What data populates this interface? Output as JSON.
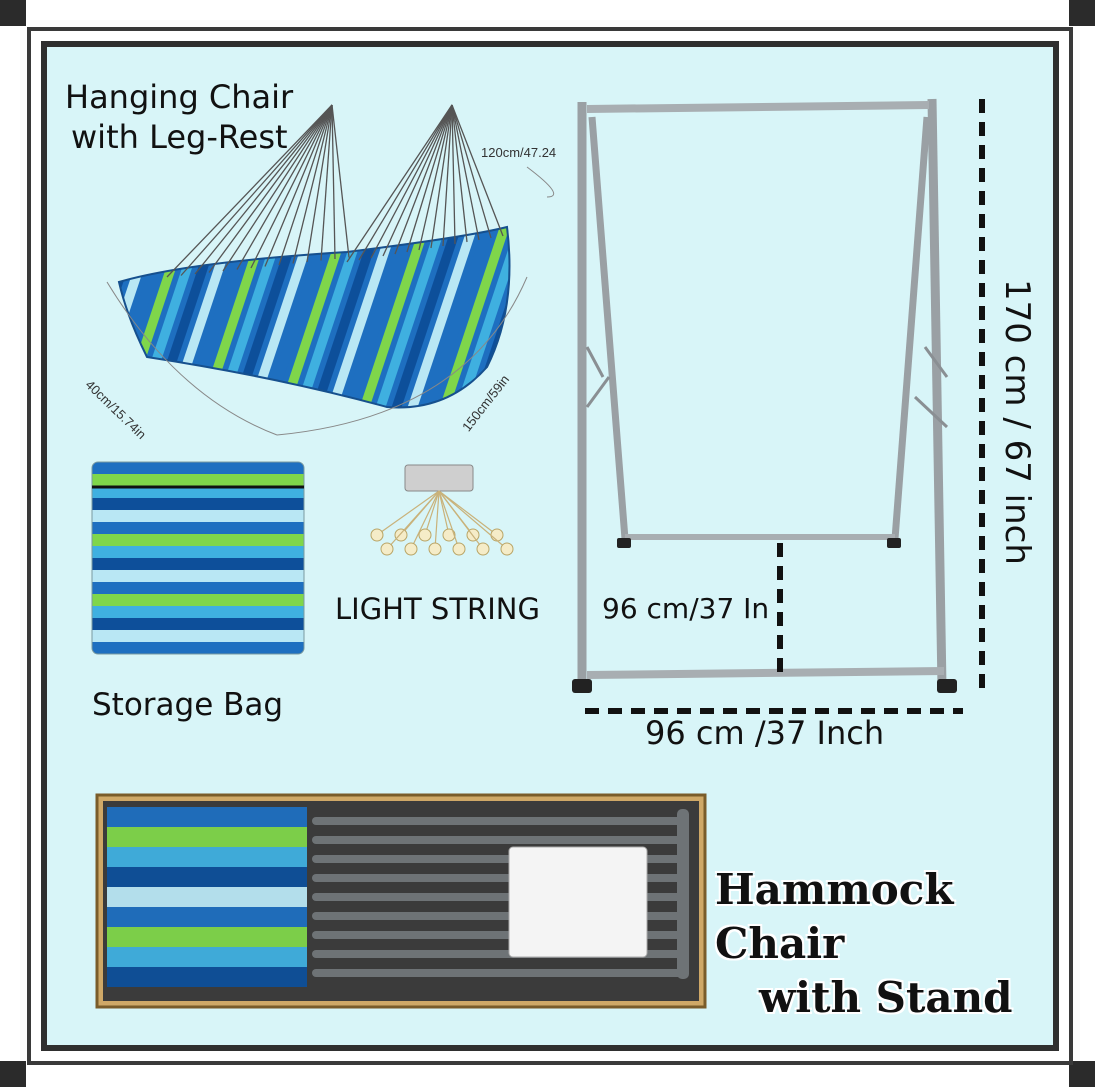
{
  "corners": [
    "top-left",
    "top-right",
    "bottom-left",
    "bottom-right"
  ],
  "chair": {
    "title_line1": "Hanging Chair",
    "title_line2": "with Leg-Rest",
    "dim_height": "120cm/47.24",
    "dim_depth": "40cm/15.74in",
    "dim_width": "150cm/59in",
    "stripe_colors": [
      "#1e6fc0",
      "#7fd64a",
      "#3fb0e0",
      "#0d4f9a",
      "#b9e7f4"
    ]
  },
  "storage_bag": {
    "label": "Storage Bag"
  },
  "light_string": {
    "label": "LIGHT STRING"
  },
  "stand": {
    "inner_width": "96 cm/37  In",
    "outer_width": "96 cm /37 Inch",
    "height": "170 cm / 67 inch"
  },
  "package": {
    "title_line1": "Hammock Chair",
    "title_line2": "with  Stand"
  }
}
